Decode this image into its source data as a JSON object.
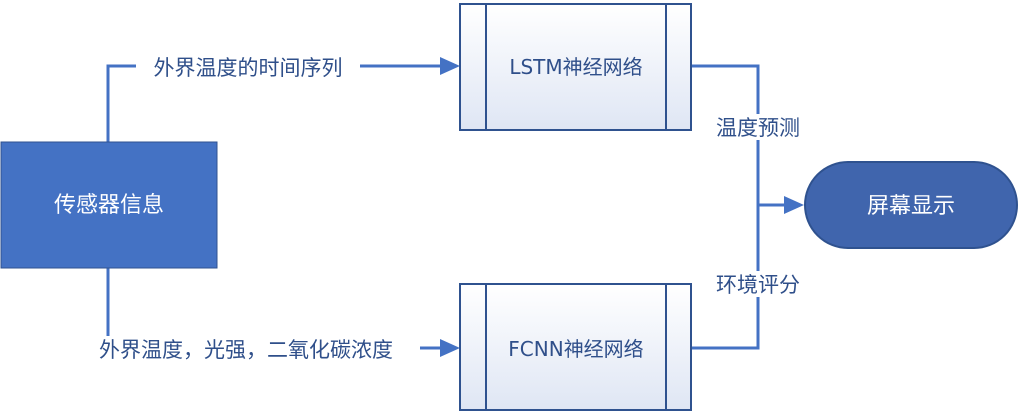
{
  "nodes": {
    "sensor": "传感器信息",
    "lstm": "LSTM神经网络",
    "fcnn": "FCNN神经网络",
    "display": "屏幕显示"
  },
  "edges": {
    "top_input": "外界温度的时间序列",
    "bottom_input": "外界温度，光强，二氧化碳浓度",
    "lstm_output": "温度预测",
    "fcnn_output": "环境评分"
  },
  "colors": {
    "line": "#4472c4",
    "sensor_fill": "#4472c4",
    "display_fill": "#4065ad",
    "process_border": "#2f528f"
  }
}
